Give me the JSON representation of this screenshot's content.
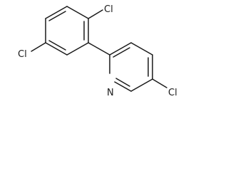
{
  "molecule": {
    "atoms": {
      "cl_top": "Cl",
      "cl_left": "Cl",
      "cl_right": "Cl",
      "n_ring": "N"
    }
  }
}
